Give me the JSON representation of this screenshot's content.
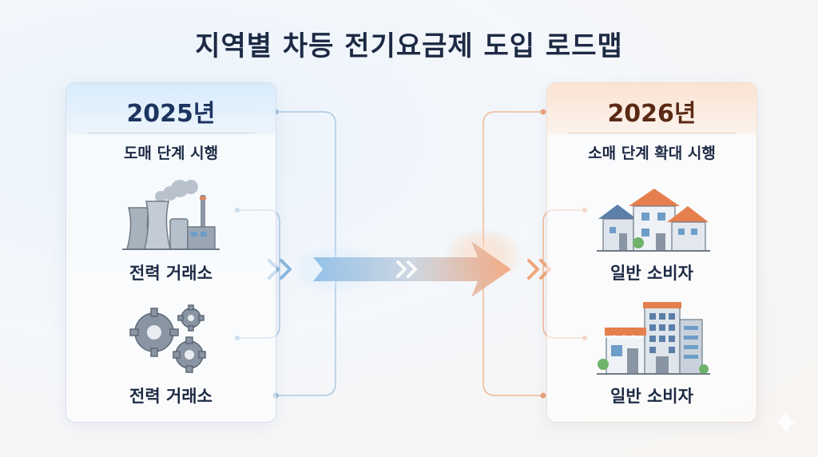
{
  "title": "지역별 차등 전기요금제 도입 로드맵",
  "left_panel": {
    "year": "2025년",
    "stage": "도매 단계 시행",
    "items": [
      {
        "label": "전력 거래소",
        "icon": "power-plant-icon"
      },
      {
        "label": "전력 거래소",
        "icon": "gears-icon"
      }
    ]
  },
  "right_panel": {
    "year": "2026년",
    "stage": "소매 단계 확대 시행",
    "items": [
      {
        "label": "일반 소비자",
        "icon": "houses-icon"
      },
      {
        "label": "일반 소비자",
        "icon": "buildings-icon"
      }
    ]
  },
  "colors": {
    "left_accent": "#7fb0dc",
    "right_accent": "#f0a070",
    "text": "#1d2a44"
  }
}
